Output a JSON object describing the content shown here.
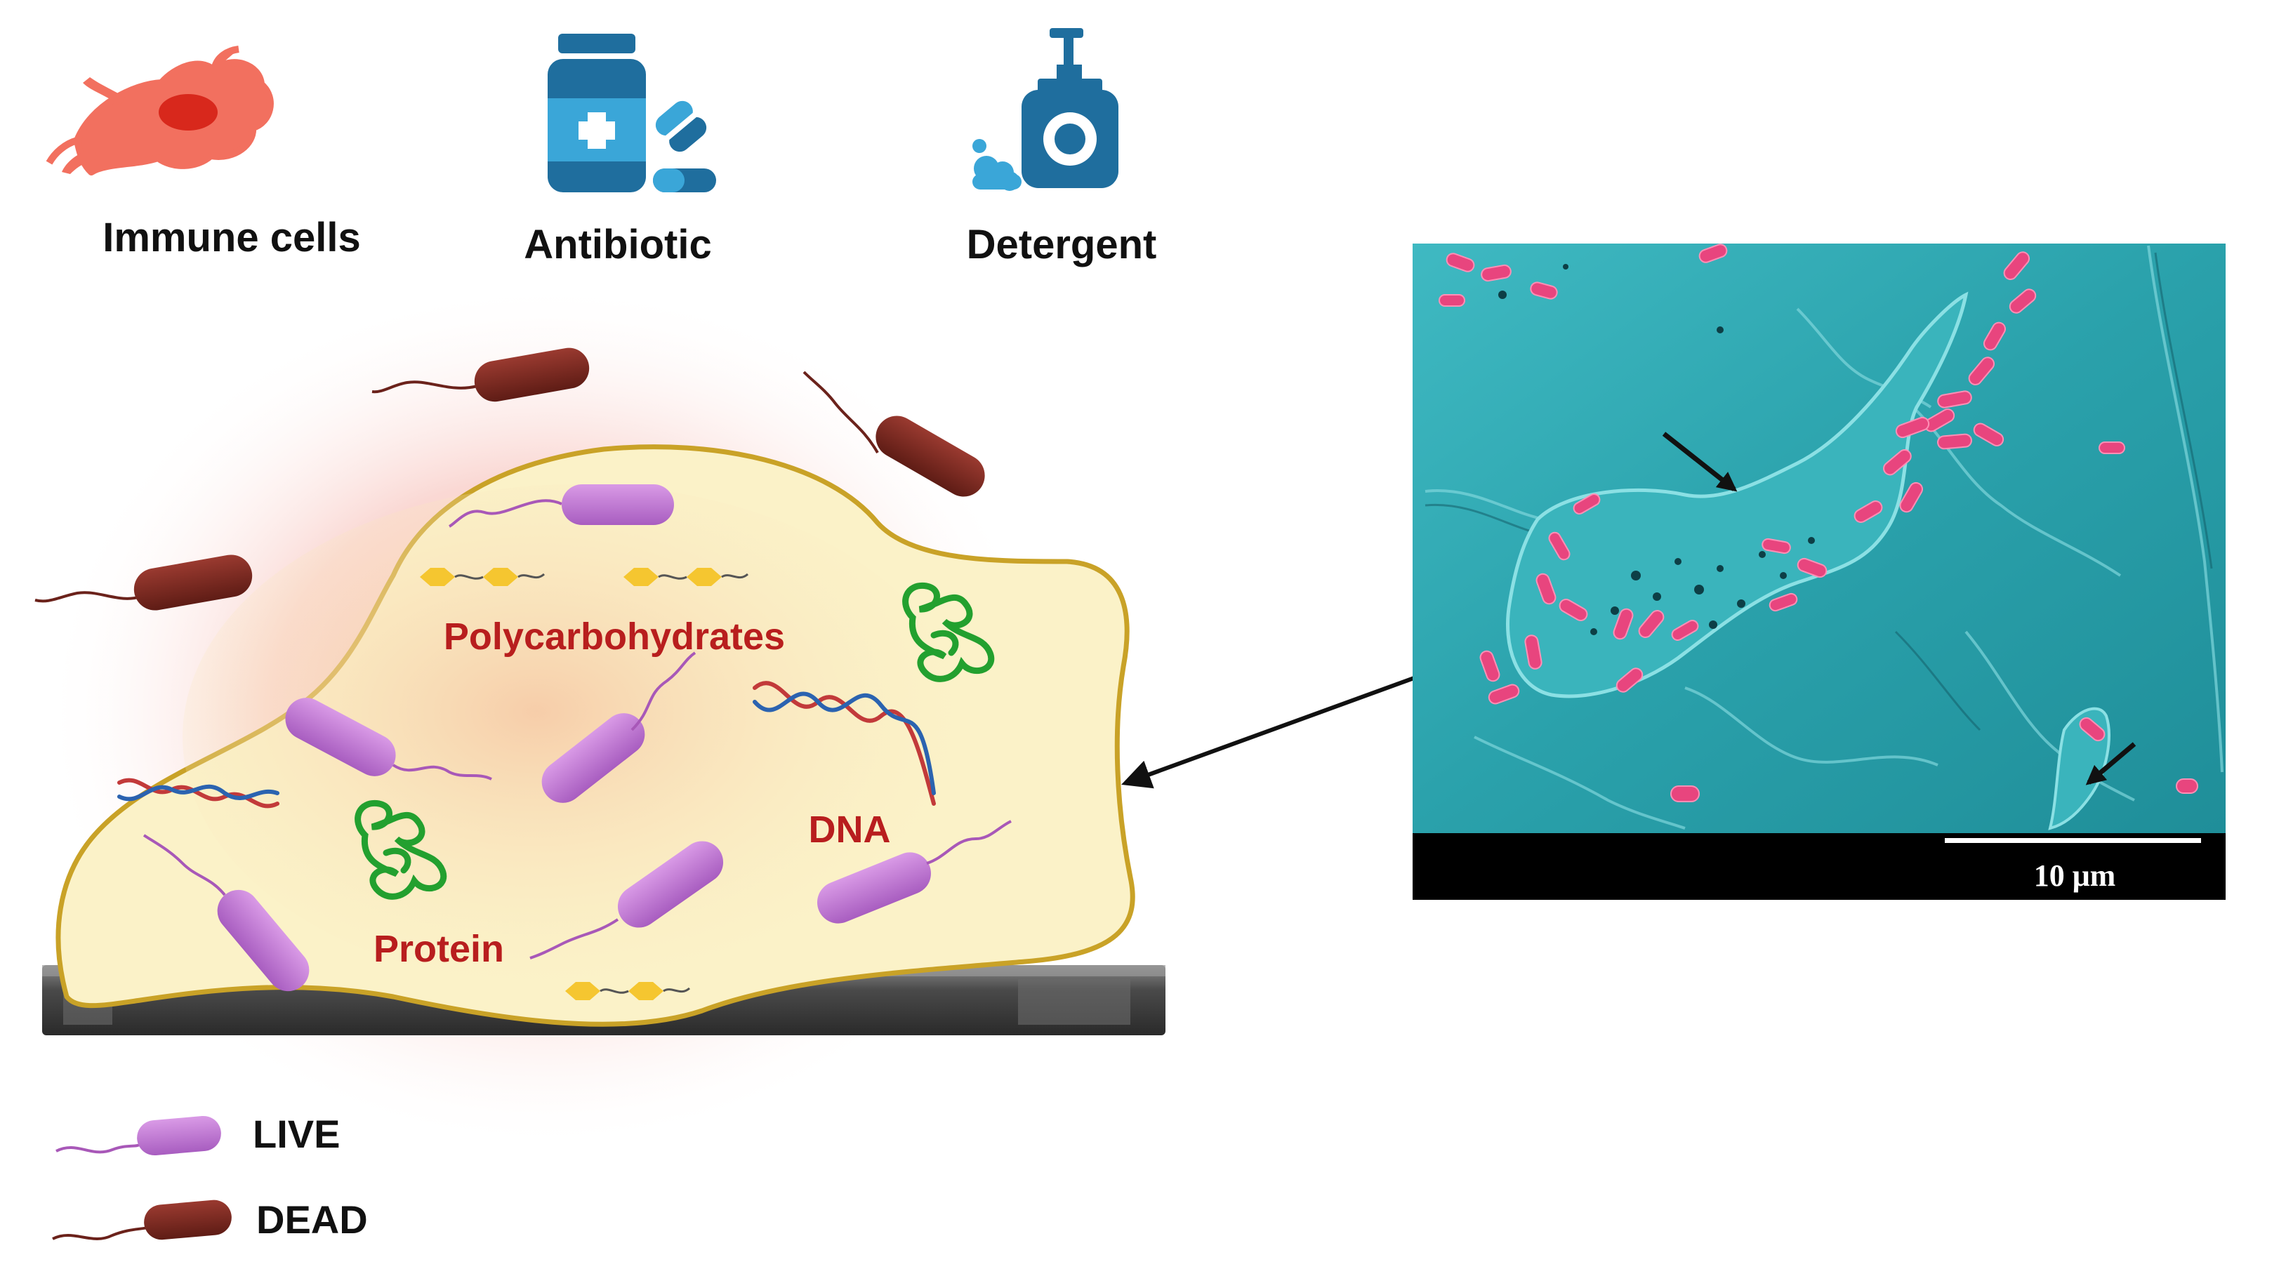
{
  "top_icons": [
    {
      "label": "Immune cells",
      "icon": "immune-cell-icon",
      "color": "#f2705f"
    },
    {
      "label": "Antibiotic",
      "icon": "antibiotic-bottle-icon",
      "color": "#1f6e9e"
    },
    {
      "label": "Detergent",
      "icon": "detergent-pump-bottle-icon",
      "color": "#1f6e9e"
    }
  ],
  "biofilm": {
    "labels": {
      "polycarbohydrates": "Polycarbohydrates",
      "dna": "DNA",
      "protein": "Protein"
    },
    "colors": {
      "matrix_fill": "#fbf2c8",
      "matrix_outline": "#c9a227",
      "live_bacteria": "#c67fd6",
      "dead_bacteria": "#7a2a22",
      "protein": "#23a02f",
      "sugar": "#f5c630",
      "label_red": "#b81e1e"
    }
  },
  "legend": {
    "live": "LIVE",
    "dead": "DEAD"
  },
  "micrograph": {
    "scale_bar": "10 μm",
    "colors": {
      "surface": "#2aa8b2",
      "cells": "#e8457e"
    }
  }
}
